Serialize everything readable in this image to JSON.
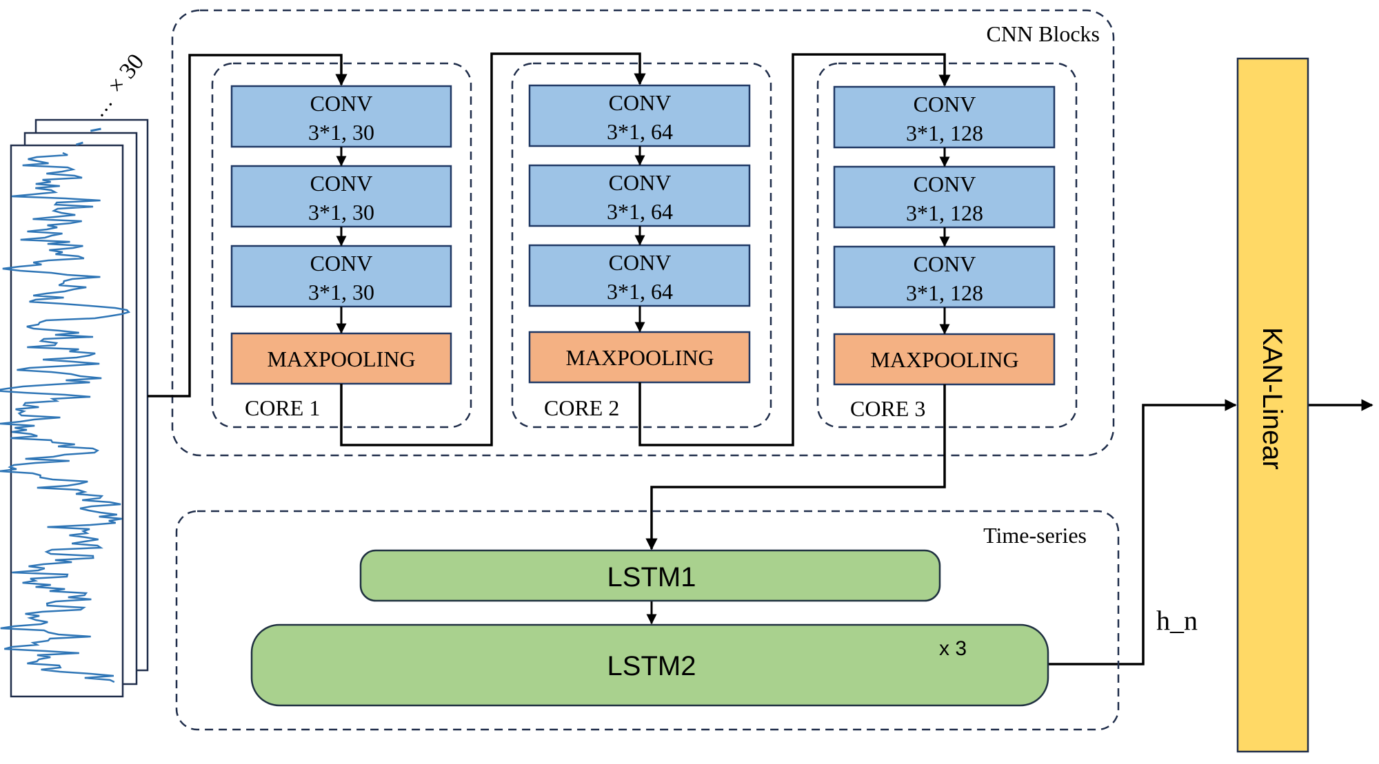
{
  "input": {
    "stack_label": "× 30",
    "ellipsis": "…",
    "signal_color": "#2E75B6"
  },
  "cnn": {
    "title": "CNN Blocks",
    "cores": [
      {
        "label": "CORE 1",
        "convs": [
          {
            "name": "CONV",
            "params": "3*1, 30"
          },
          {
            "name": "CONV",
            "params": "3*1, 30"
          },
          {
            "name": "CONV",
            "params": "3*1, 30"
          }
        ],
        "pool": "MAXPOOLING"
      },
      {
        "label": "CORE 2",
        "convs": [
          {
            "name": "CONV",
            "params": "3*1, 64"
          },
          {
            "name": "CONV",
            "params": "3*1, 64"
          },
          {
            "name": "CONV",
            "params": "3*1, 64"
          }
        ],
        "pool": "MAXPOOLING"
      },
      {
        "label": "CORE 3",
        "convs": [
          {
            "name": "CONV",
            "params": "3*1, 128"
          },
          {
            "name": "CONV",
            "params": "3*1, 128"
          },
          {
            "name": "CONV",
            "params": "3*1, 128"
          }
        ],
        "pool": "MAXPOOLING"
      }
    ]
  },
  "timeseries": {
    "title": "Time-series",
    "lstm1": "LSTM1",
    "lstm2": "LSTM2",
    "repeat": "x 3"
  },
  "output": {
    "hidden_label": "h_n",
    "kan_label": "KAN-Linear"
  },
  "colors": {
    "conv_fill": "#9DC3E6",
    "pool_fill": "#F4B183",
    "lstm_fill": "#A9D18E",
    "kan_fill": "#FFD966",
    "border": "#1F2D4A",
    "dash": "#1F2D4A"
  }
}
